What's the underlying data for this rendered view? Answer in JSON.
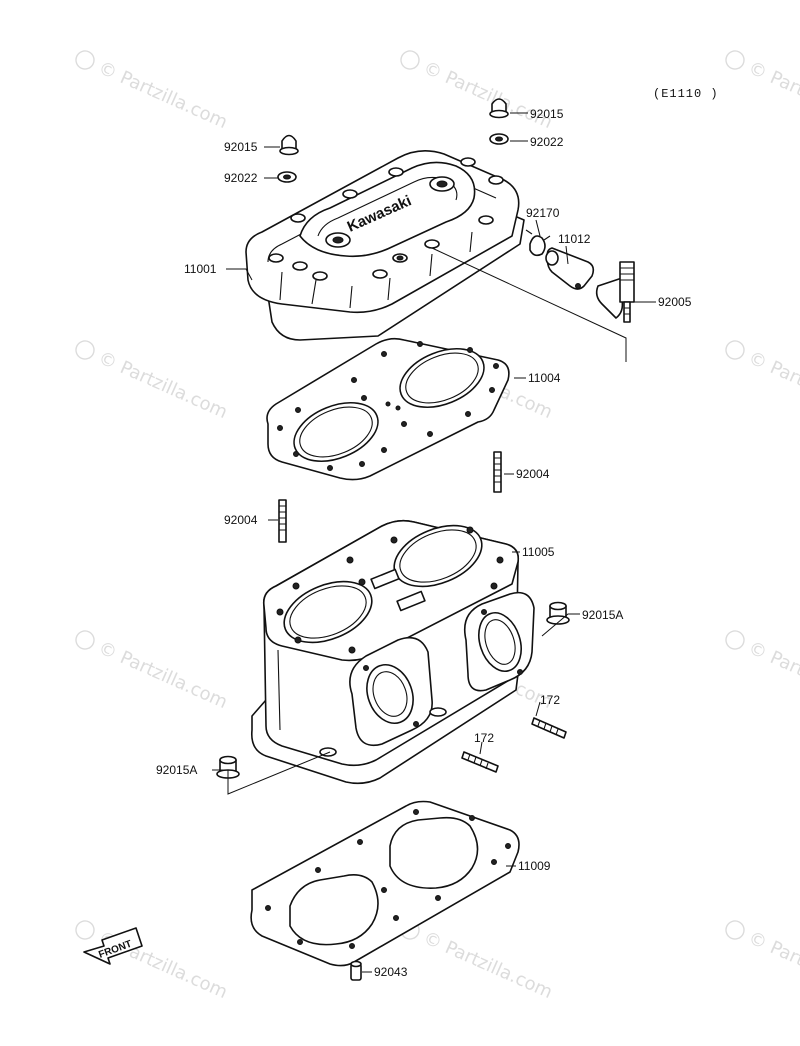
{
  "diagram": {
    "code": "(E1110 )",
    "front_label": "FRONT",
    "watermark": "© Partzilla.com",
    "part_numbers": {
      "n92015_top": "92015",
      "n92022_top": "92022",
      "n92015_left": "92015",
      "n92022_left": "92022",
      "n92170": "92170",
      "n11012": "11012",
      "n11001": "11001",
      "n92005": "92005",
      "n11004": "11004",
      "n92004_right": "92004",
      "n92004_left": "92004",
      "n11005": "11005",
      "n92015A_right": "92015A",
      "n172_upper": "172",
      "n172_lower": "172",
      "n92015A_left": "92015A",
      "n11009": "11009",
      "n92043": "92043"
    }
  }
}
